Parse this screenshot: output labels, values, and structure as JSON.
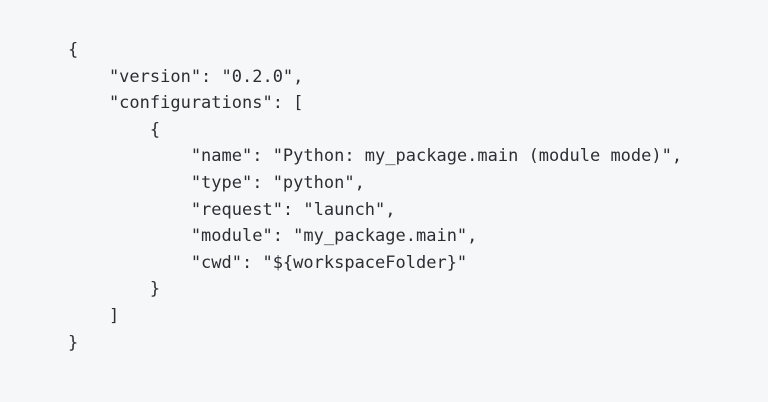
{
  "code": {
    "lines": [
      "{",
      "    \"version\": \"0.2.0\",",
      "    \"configurations\": [",
      "        {",
      "            \"name\": \"Python: my_package.main (module mode)\",",
      "            \"type\": \"python\",",
      "            \"request\": \"launch\",",
      "            \"module\": \"my_package.main\",",
      "            \"cwd\": \"${workspaceFolder}\"",
      "        }",
      "    ]",
      "}"
    ]
  }
}
